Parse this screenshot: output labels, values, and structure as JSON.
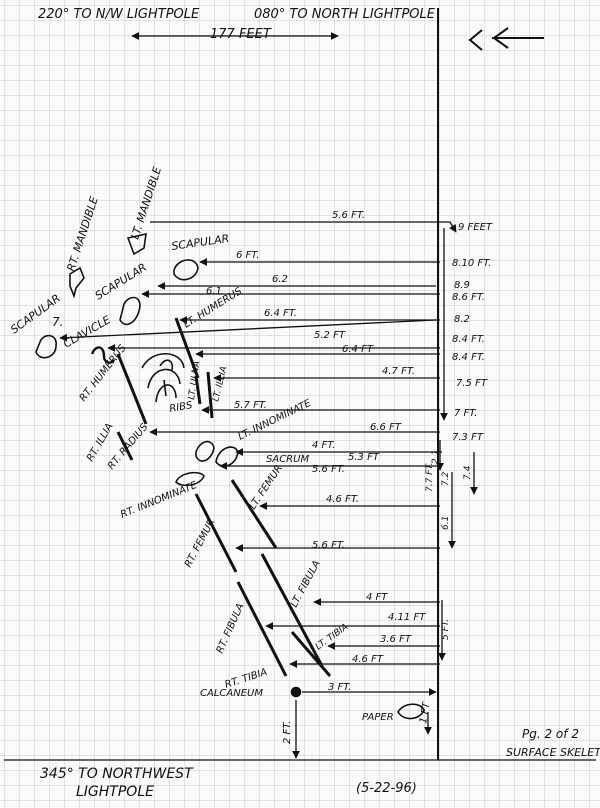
{
  "header": {
    "left_bearing": "220° TO N/W LIGHTPOLE",
    "right_bearing": "080° TO NORTH LIGHTPOLE",
    "span": "177 FEET"
  },
  "bones": {
    "rt_mandible": "RT. MANDIBLE",
    "lt_mandible": "LT. MANDIBLE",
    "scapular_top": "SCAPULAR",
    "scapular_mid": "SCAPULAR",
    "scapular_left": "SCAPULAR",
    "clavicle": "CLAVICLE",
    "lt_humerus": "LT. HUMERUS",
    "rt_humerus": "RT. HUMERUS",
    "lt_ulna": "LT. ULNA",
    "lt_illia": "LT. ILLIA",
    "ribs": "RIBS",
    "rt_illia": "RT. ILLIA",
    "rt_radius": "RT. RADIUS",
    "lt_innominate": "LT. INNOMINATE",
    "sacrum": "SACRUM",
    "rt_innominate": "RT. INNOMINATE",
    "lt_femur": "LT. FEMUR",
    "rt_femur": "RT. FEMUR",
    "lt_fibula": "LT. FIBULA",
    "rt_fibula": "RT. FIBULA",
    "lt_tibia": "LT. TIBIA",
    "rt_tibia": "RT. TIBIA",
    "calcaneum": "CALCANEUM",
    "paper": "PAPER",
    "seven": "7."
  },
  "measurements": {
    "m_5_6_top": "5.6 FT.",
    "m_9_feet": "9 FEET",
    "m_6ft": "6 FT.",
    "m_8_10": "8.10 FT.",
    "m_6_2": "6.2",
    "m_8_9": "8.9",
    "m_6_1": "6.1",
    "m_8_6": "8.6 FT.",
    "m_6_4": "6.4 FT.",
    "m_8_2": "8.2",
    "m_5_2": "5.2 FT",
    "m_8_4a": "8.4 FT.",
    "m_6_4b": "6.4 FT",
    "m_8_4b": "8.4 FT.",
    "m_4_7": "4.7 FT.",
    "m_7_5": "7.5 FT",
    "m_5_7": "5.7 FT.",
    "m_7ft": "7 FT.",
    "m_6_6": "6.6 FT",
    "m_7_3": "7.3 FT",
    "m_4ft_a": "4 FT.",
    "m_5_3": "5.3 FT",
    "m_5_6b": "5.6 FT.",
    "m_4_6a": "4.6 FT.",
    "m_5_6c": "5.6 FT.",
    "m_4ft_b": "4 FT",
    "m_4_11": "4.11 FT",
    "m_3_6": "3.6 FT",
    "m_4_6b": "4.6 FT",
    "m_3ft": "3 FT.",
    "m_1ft": "1 FT",
    "m_2ft": "2 FT.",
    "v_2": "2.1",
    "v_7_2": "7.2",
    "v_7_4": "7.4",
    "v_7_7": "7.7 FT.",
    "v_6_1": "6.1",
    "v_5ft": "5 FT."
  },
  "footer": {
    "page": "Pg. 2 of 2",
    "title": "SURFACE SKELET",
    "bearing_line1": "345° TO NORTHWEST",
    "bearing_line2": "LIGHTPOLE",
    "date": "(5-22-96)"
  },
  "colors": {
    "ink": "#111111",
    "grid": "#c9c9c9",
    "paper": "#fbfbfb"
  },
  "icons": [
    "north-arrow-icon"
  ]
}
